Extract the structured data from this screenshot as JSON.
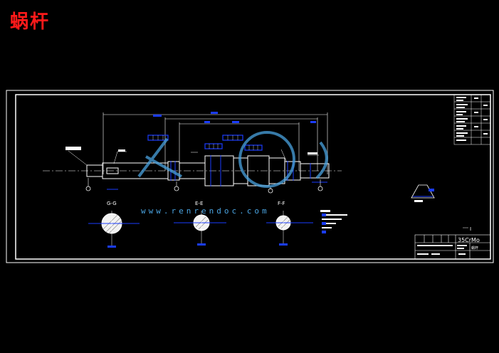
{
  "page": {
    "title": "蜗杆"
  },
  "drawing": {
    "section_labels": [
      "G-G",
      "E-E",
      "F-F"
    ],
    "material": "35CrMo",
    "title_block_name": "蜗杆",
    "watermark": "www.renrendoc.com",
    "detail_label": "I"
  },
  "colors": {
    "title": "#ff1a1a",
    "lines": "#ffffff",
    "dims": "#1a3cff",
    "watermark": "#4aa3e0"
  }
}
